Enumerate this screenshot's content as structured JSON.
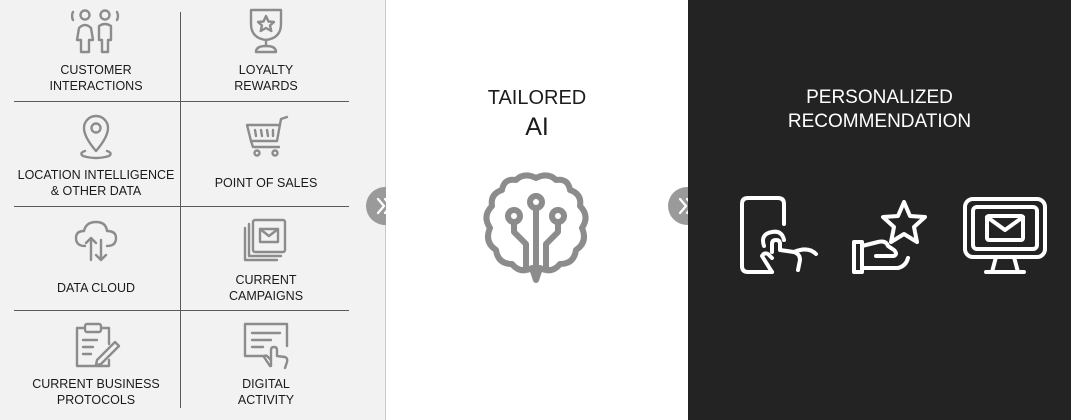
{
  "sources": {
    "items": [
      {
        "label": "CUSTOMER\nINTERACTIONS",
        "icon": "people-icon"
      },
      {
        "label": "LOYALTY\nREWARDS",
        "icon": "trophy-icon"
      },
      {
        "label": "LOCATION INTELLIGENCE\n& OTHER DATA",
        "icon": "location-pin-icon"
      },
      {
        "label": "POINT OF SALES",
        "icon": "shopping-cart-icon"
      },
      {
        "label": "DATA CLOUD",
        "icon": "cloud-transfer-icon"
      },
      {
        "label": "CURRENT\nCAMPAIGNS",
        "icon": "email-stack-icon"
      },
      {
        "label": "CURRENT BUSINESS\nPROTOCOLS",
        "icon": "clipboard-icon"
      },
      {
        "label": "DIGITAL\nACTIVITY",
        "icon": "touch-screen-icon"
      }
    ]
  },
  "ai": {
    "title_line1": "TAILORED",
    "title_line2": "AI",
    "icon": "brain-circuit-icon"
  },
  "recommendation": {
    "title": "PERSONALIZED\nRECOMMENDATION",
    "icons": [
      "tap-phone-icon",
      "star-in-hand-icon",
      "email-monitor-icon"
    ]
  },
  "colors": {
    "left_panel": "#f2f2f2",
    "right_panel": "#232323",
    "icon_gray": "#8c8c8c",
    "arrow_circle": "#9a9a9a"
  }
}
